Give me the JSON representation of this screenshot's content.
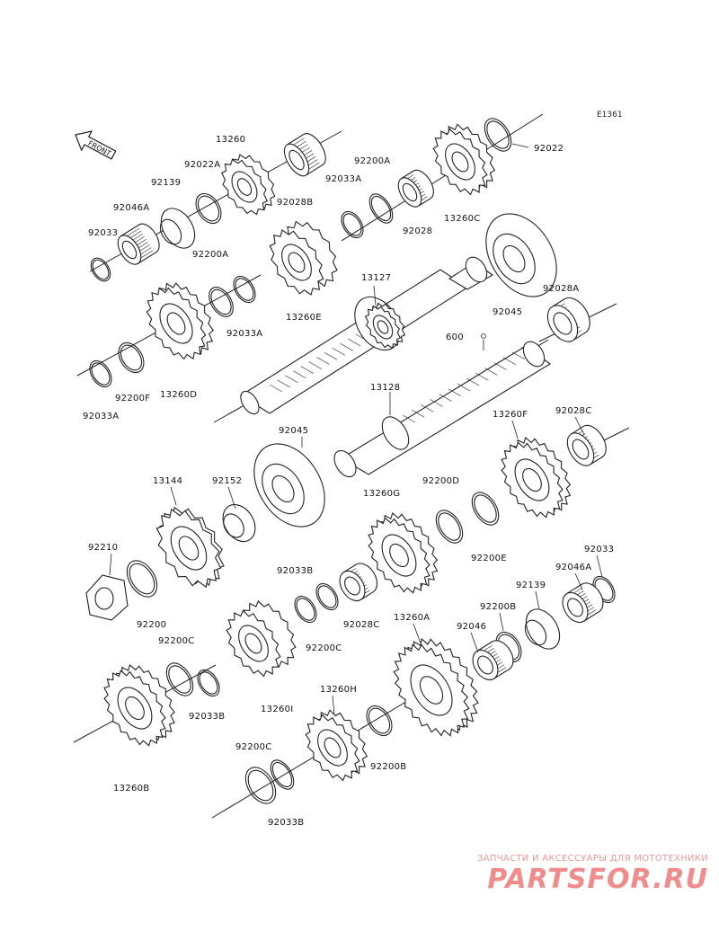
{
  "diagram": {
    "code": "E1361",
    "front_label": "FRONT",
    "part_numbers": [
      "13260",
      "92022A",
      "92028B",
      "92139",
      "92046A",
      "92033",
      "92033A",
      "92200A",
      "92028",
      "92022",
      "13260C",
      "13260E",
      "13127",
      "92045",
      "92028A",
      "600",
      "13260D",
      "92200F",
      "13128",
      "13260F",
      "92028C",
      "13144",
      "92152",
      "13260G",
      "92200D",
      "92200E",
      "92210",
      "92200",
      "92033B",
      "92200C",
      "13260I",
      "92200B",
      "92046",
      "13260A",
      "13260H",
      "13260B"
    ]
  },
  "labels": {
    "l_13260": "13260",
    "l_92022A": "92022A",
    "l_92139_top": "92139",
    "l_92046A_top": "92046A",
    "l_92033_top": "92033",
    "l_92028B": "92028B",
    "l_92033A_top": "92033A",
    "l_92200A_top": "92200A",
    "l_92028": "92028",
    "l_92022": "92022",
    "l_13260C": "13260C",
    "l_92200A_mid": "92200A",
    "l_92033A_mid": "92033A",
    "l_13260E": "13260E",
    "l_13127": "13127",
    "l_92045_top": "92045",
    "l_92028A": "92028A",
    "l_600": "600",
    "l_13260D": "13260D",
    "l_92200F": "92200F",
    "l_92033A_low": "92033A",
    "l_13128": "13128",
    "l_13260F": "13260F",
    "l_92028C_top": "92028C",
    "l_92045_mid": "92045",
    "l_13144": "13144",
    "l_92152": "92152",
    "l_13260G": "13260G",
    "l_92200D": "92200D",
    "l_92200E": "92200E",
    "l_92210": "92210",
    "l_92200": "92200",
    "l_92033B_mid": "92033B",
    "l_92028C_mid": "92028C",
    "l_92033_right": "92033",
    "l_92046A_right": "92046A",
    "l_92139_right": "92139",
    "l_13260A": "13260A",
    "l_92200C_mid": "92200C",
    "l_92200B_right": "92200B",
    "l_92046": "92046",
    "l_92200C_left": "92200C",
    "l_13260I": "13260I",
    "l_92033B_left": "92033B",
    "l_13260H": "13260H",
    "l_92200B_low": "92200B",
    "l_13260B": "13260B",
    "l_92200C_low": "92200C",
    "l_92033B_low": "92033B"
  },
  "watermark": {
    "caption": "ЗАПЧАСТИ И АКСЕССУАРЫ ДЛЯ МОТОТЕХНИКИ",
    "logo": "PARTSFOR.RU"
  }
}
